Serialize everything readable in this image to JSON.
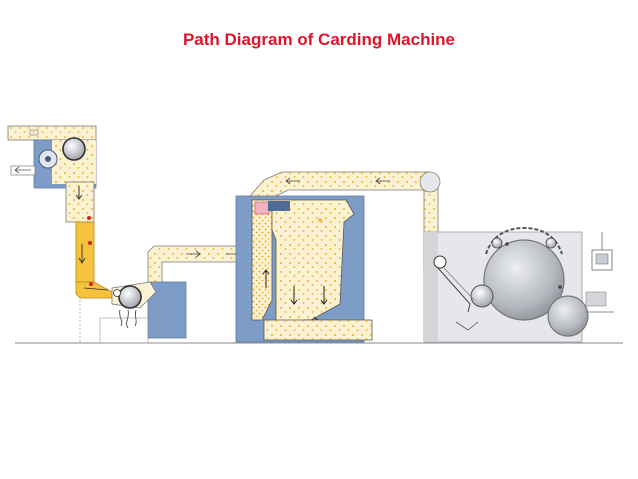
{
  "title": "Path Diagram of Carding Machine",
  "colors": {
    "title": "#e0142a",
    "duct_fill": "#fbf2d4",
    "duct_stroke": "#7a7a7a",
    "chute_yellow": "#f5c23e",
    "machine_blue": "#7d9cc6",
    "card_grey": "#b4b6bb",
    "card_panel": "#e6e7ea",
    "fibre_dots": "#f0b020",
    "red_dot": "#d82020"
  },
  "sections": [
    {
      "id": "opener",
      "icon": "opener-unit"
    },
    {
      "id": "chute",
      "icon": "yellow-chute"
    },
    {
      "id": "feed",
      "icon": "feed-roller-unit"
    },
    {
      "id": "chute-feed",
      "icon": "chute-feed-unit"
    },
    {
      "id": "card",
      "icon": "carding-machine"
    }
  ]
}
